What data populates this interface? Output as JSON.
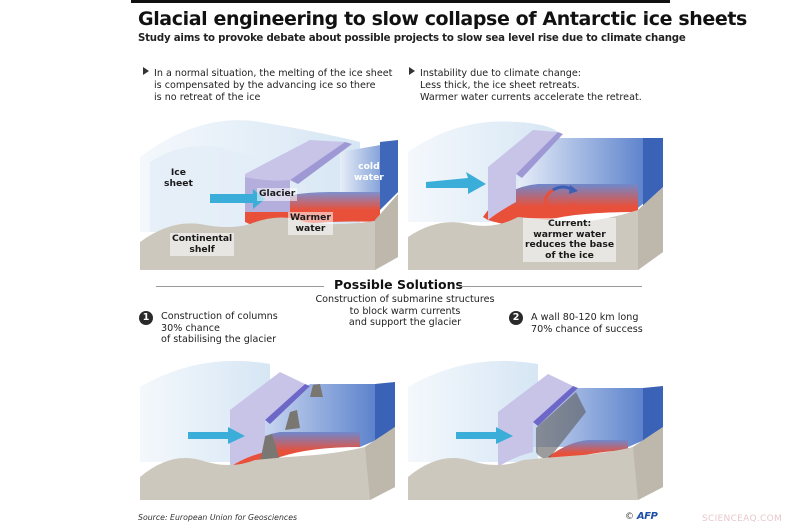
{
  "header": {
    "title": "Glacial engineering to slow collapse of Antarctic ice sheets",
    "subtitle": "Study aims to provoke debate about possible projects to slow sea level rise due to climate change"
  },
  "panels": {
    "normal": {
      "caption": [
        "In a normal situation, the melting of the ice sheet",
        "is compensated by the advancing ice so there",
        "is no retreat of the ice"
      ],
      "labels": {
        "ice_sheet": [
          "Ice",
          "sheet"
        ],
        "glacier": "Glacier",
        "cold_water": [
          "cold",
          "water"
        ],
        "warmer_water": [
          "Warmer",
          "water"
        ],
        "continental_shelf": [
          "Continental",
          "shelf"
        ]
      }
    },
    "instability": {
      "caption": [
        "Instability due to climate change:",
        "Less thick, the ice sheet retreats.",
        "Warmer water currents accelerate the retreat."
      ],
      "labels": {
        "current": [
          "Current:",
          "warmer water",
          "reduces the base",
          "of the ice"
        ]
      }
    }
  },
  "solutions": {
    "heading": "Possible Solutions",
    "intro": [
      "Construction of submarine structures",
      "to block warm currents",
      "and support the glacier"
    ],
    "items": [
      {
        "number": "1",
        "lines": [
          "Construction of columns",
          "30% chance",
          "of stabilising the glacier"
        ]
      },
      {
        "number": "2",
        "lines": [
          "A wall 80-120 km long",
          "70% chance of success"
        ]
      }
    ]
  },
  "footer": {
    "source": "Source: European Union for Geosciences",
    "copyright_symbol": "©",
    "agency": "AFP",
    "watermark": "SCIENCEAQ.COM"
  },
  "colors": {
    "ice_light": "#dbe9f5",
    "glacier": "#b9b6e0",
    "cold_water": "#4f78c8",
    "warm_water": "#e8503a",
    "shelf": "#cfcac0",
    "arrow": "#3aaed8"
  }
}
